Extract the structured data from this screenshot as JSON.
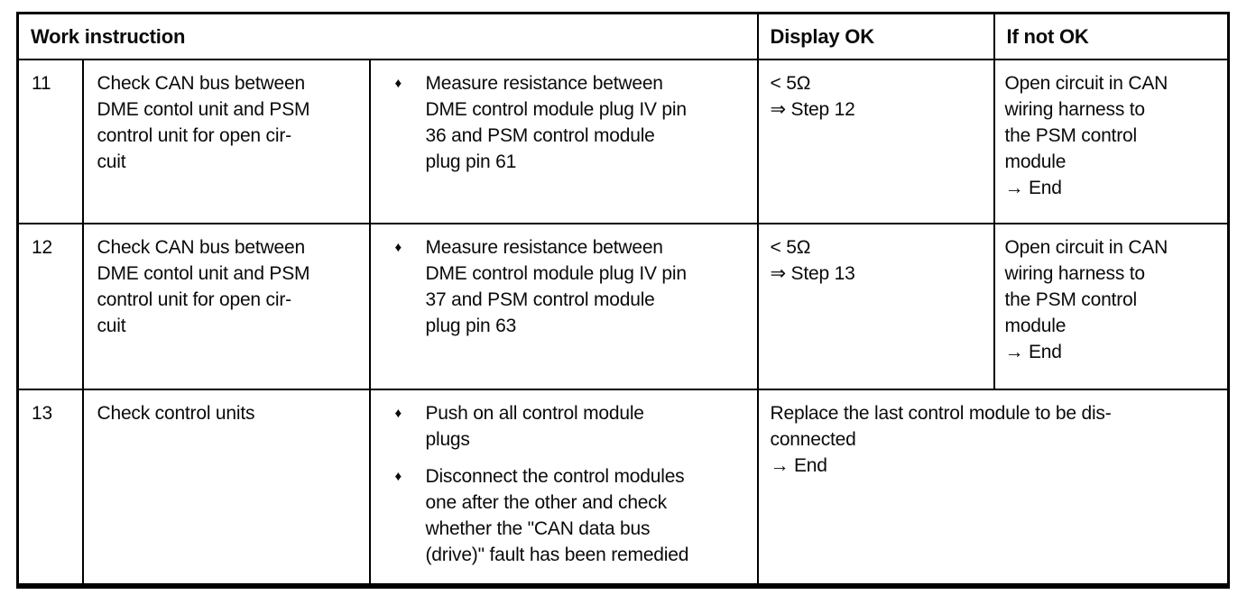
{
  "colors": {
    "border": "#000000",
    "background": "#ffffff",
    "text": "#0a0a0a"
  },
  "glyphs": {
    "bullet": "♦"
  },
  "table": {
    "headers": {
      "work_instruction": "Work instruction",
      "display_ok": "Display OK",
      "if_not_ok": "If not OK"
    },
    "rows": [
      {
        "step": "11",
        "check": "Check CAN bus between\nDME contol unit and PSM\ncontrol unit for open cir-\ncuit",
        "bullets": [
          "Measure resistance between\nDME control module plug IV pin\n36 and PSM control module\nplug pin 61"
        ],
        "display_ok": "< 5Ω\n⇒ Step 12",
        "if_not_ok": "Open circuit in CAN\nwiring harness to\nthe PSM control\nmodule\n→ End"
      },
      {
        "step": "12",
        "check": "Check CAN bus between\nDME contol unit and PSM\ncontrol unit for open cir-\ncuit",
        "bullets": [
          "Measure resistance between\nDME control module plug IV pin\n37 and PSM control module\nplug pin 63"
        ],
        "display_ok": "< 5Ω\n⇒ Step 13",
        "if_not_ok": "Open circuit in CAN\nwiring harness to\nthe PSM control\nmodule\n→ End"
      },
      {
        "step": "13",
        "check": "Check control units",
        "bullets": [
          "Push on all control module\nplugs",
          "Disconnect the control modules\none after the other and check\nwhether the \"CAN data bus\n(drive)\" fault has been remedied"
        ],
        "result": "Replace the last control module to be dis-\nconnected\n→ End"
      }
    ]
  }
}
